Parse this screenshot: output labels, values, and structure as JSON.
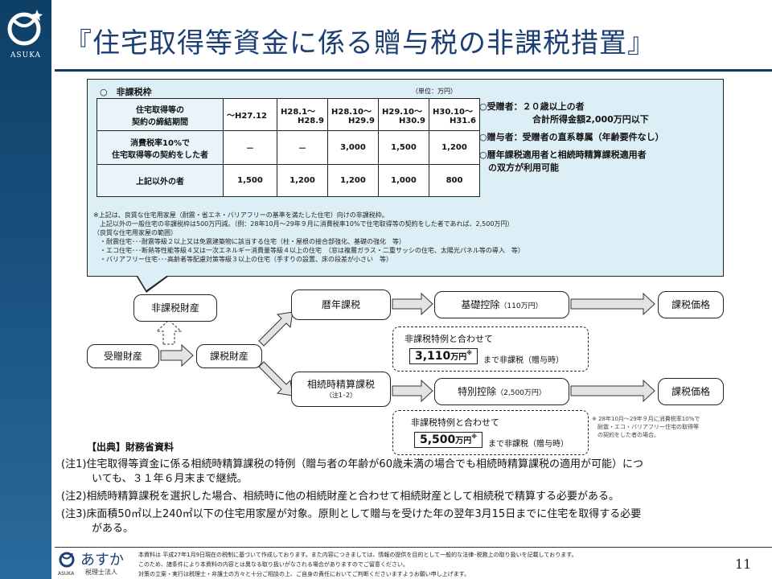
{
  "sidebar": {
    "brand": "ASUKA"
  },
  "title": "『住宅取得等資金に係る贈与税の非課税措置』",
  "panel": {
    "heading": "○　非課税枠",
    "unit": "（単位：万円）",
    "table": {
      "header_label": [
        "住宅取得等の",
        "契約の締結期間"
      ],
      "periods": [
        {
          "top": "～H27.12",
          "bottom": ""
        },
        {
          "top": "H28.1～",
          "bottom": "H28.9"
        },
        {
          "top": "H28.10～",
          "bottom": "H29.9"
        },
        {
          "top": "H29.10～",
          "bottom": "H30.9"
        },
        {
          "top": "H30.10～",
          "bottom": "H31.6"
        }
      ],
      "rows": [
        {
          "label": [
            "消費税率10%で",
            "住宅取得等の契約をした者"
          ],
          "values": [
            "－",
            "－",
            "3,000",
            "1,500",
            "1,200"
          ]
        },
        {
          "label": [
            "上記以外の者"
          ],
          "values": [
            "1,500",
            "1,200",
            "1,200",
            "1,000",
            "800"
          ]
        }
      ]
    },
    "right_notes": [
      "○受贈者：２０歳以上の者",
      "　　　　　　合計所得金額2,000万円以下",
      "",
      "○贈与者：受贈者の直系尊属（年齢要件なし）",
      "",
      "○暦年課税適用者と相続時精算課税適用者",
      "　の双方が利用可能"
    ],
    "footnotes": [
      "※上記は、良質な住宅用家屋（耐震・省エネ・バリアフリーの基準を満たした住宅）向けの非課税枠。",
      "　上記以外の一般住宅の非課税枠は500万円減。（例：28年10月～29年９月に消費税率10%で住宅取得等の契約をした者であれば、2,500万円）",
      "（良質な住宅用家屋の範囲）",
      "・耐震住宅･･･耐震等級２以上又は免震建築物に該当する住宅（柱・屋根の接合部強化、基礎の強化　等）",
      "・エコ住宅･･･断熱等性能等級４又は一次エネルギー消費量等級４以上の住宅　（窓は複層ガラス・二重サッシの住宅、太陽光パネル等の導入　等）",
      "・バリアフリー住宅･･･高齢者等配慮対策等級３以上の住宅（手すりの設置、床の段差が小さい　等）"
    ]
  },
  "flow": {
    "hikazei": "非課税財産",
    "juzou": "受贈財産",
    "kazei": "課税財産",
    "rekinen": "暦年課税",
    "kiso": "基礎控除",
    "kiso_amt": "（110万円）",
    "kazei_price1": "課税価格",
    "souzoku": "相続時精算課税",
    "souzoku_note": "（注1･2）",
    "tokubetsu": "特別控除",
    "tokubetsu_amt": "（2,500万円）",
    "kazei_price2": "課税価格",
    "callout1": {
      "line": "非課税特例と合わせて",
      "amount": "3,110",
      "unit": "万円",
      "mark": "※",
      "tail": "まで非課税（贈与時）"
    },
    "callout2": {
      "line": "非課税特例と合わせて",
      "amount": "5,500",
      "unit": "万円",
      "mark": "※",
      "tail": "まで非課税（贈与時）"
    },
    "side_note": [
      "※ 28年10月～29年９月に消費税率10%で",
      "　耐震・エコ・バリアフリー住宅の取得等",
      "　の契約をした者の場合。"
    ]
  },
  "notes": {
    "source": "【出典】財務省資料",
    "items": [
      {
        "label": "(注1)",
        "text": "住宅取得等資金に係る相続時精算課税の特例（贈与者の年齢が60歳未満の場合でも相続時精算課税の適用が可能）につ",
        "cont": "いても、３１年６月末まで継続。"
      },
      {
        "label": "(注2)",
        "text": "相続時精算課税を選択した場合、相続時に他の相続財産と合わせて相続財産として相続税で精算する必要がある。",
        "cont": ""
      },
      {
        "label": "(注3)",
        "text": "床面積50㎡以上240㎡以下の住宅用家屋が対象。原則として贈与を受けた年の翌年3月15日までに住宅を取得する必要",
        "cont": "がある。"
      }
    ]
  },
  "footer": {
    "firm_name": "あすか",
    "firm_sub": "税理士法人",
    "firm_brand": "ASUKA",
    "disclaimer": [
      "本資料は 平成27年1月9日現在の税制に基づいて作成しております。また内容につきましては、情報の提供を目的として一般的な法律･税務上の取り扱いを記載しております。",
      "このため、諸条件により本資料の内容とは異なる取り扱いがなされる場合がありますのでご留意ください。",
      "対策の立案・実行は税理士・弁護士の方々と十分ご相談の上、ご自身の責任においてご判断くださいますようお願い申し上げます。"
    ],
    "page": "11"
  }
}
